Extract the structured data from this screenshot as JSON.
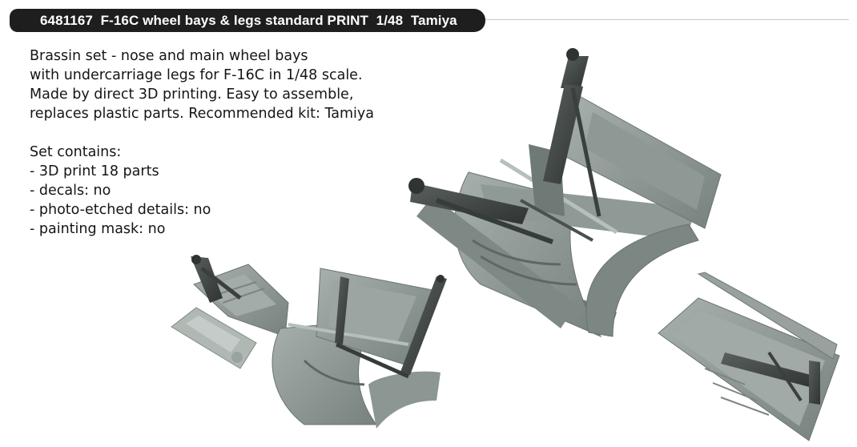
{
  "header": {
    "title": "6481167  F-16C wheel bays & legs standard PRINT  1/48  Tamiya"
  },
  "description": {
    "lines": [
      "Brassin set - nose and main wheel bays",
      "with undercarriage legs for F-16C in 1/48 scale.",
      "Made by direct 3D printing. Easy to assemble,",
      "replaces plastic parts. Recommended kit: Tamiya"
    ]
  },
  "contents": {
    "heading": "Set contains:",
    "items": [
      "- 3D print 18 parts",
      "- decals: no",
      "- photo-etched details: no",
      "- painting mask: no"
    ]
  },
  "colors": {
    "title_bg": "#1e1e1e",
    "part_gray": "#8d9893",
    "leg_dark": "#3e4442"
  }
}
